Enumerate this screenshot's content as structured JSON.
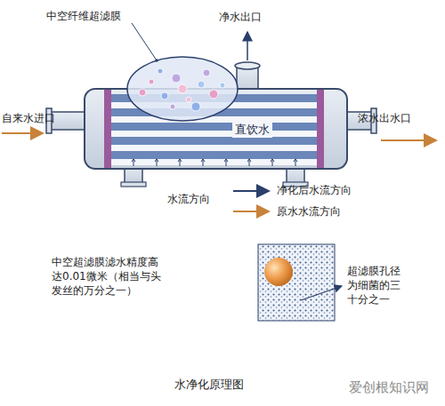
{
  "diagram": {
    "caption": "水净化原理图",
    "nodes": [
      {
        "text": [
          "直饮水"
        ]
      }
    ],
    "labels": [
      "中空纤维超滤膜",
      "净水出口",
      "自来水进口",
      "浓水出水口",
      "水流方向",
      "中空超滤膜滤水精度高达0.01微米（相当与头发丝的万分之一）",
      "超滤膜孔径为细菌的三十分之一",
      "爱创根知识网"
    ],
    "legend": [
      {
        "text": "净化后水流方向"
      },
      {
        "text": "原水水流方向"
      }
    ]
  }
}
